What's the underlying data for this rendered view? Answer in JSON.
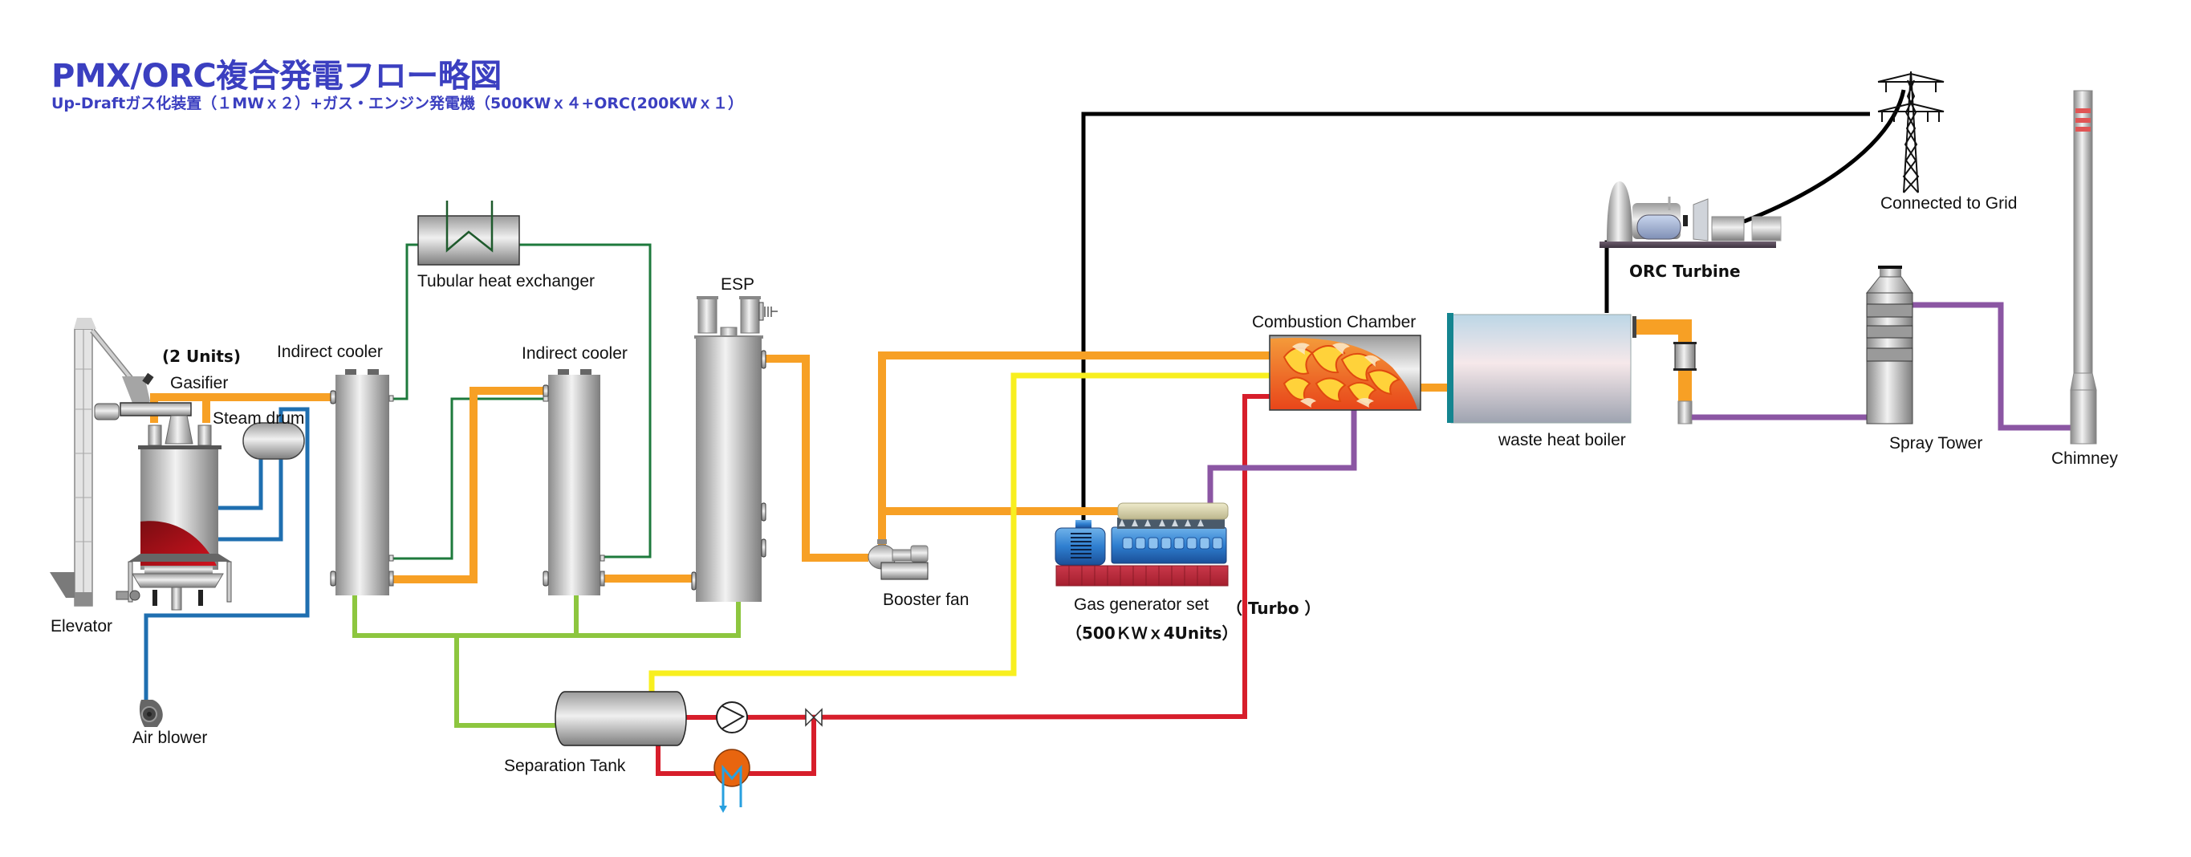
{
  "header": {
    "title": "PMX/ORC複合発電フロー略図",
    "subtitle": "Up-Draftガス化装置（１MWｘ２）+ガス・エンジン発電機（500KWｘ４+ORC(200KWｘ１）"
  },
  "equipment": {
    "elevator": "Elevator",
    "gasifier_units": "(2 Units)",
    "gasifier": "Gasifier",
    "steam_drum": "Steam drum",
    "air_blower": "Air blower",
    "indirect_cooler_1": "Indirect cooler",
    "indirect_cooler_2": "Indirect cooler",
    "tubular_heat_exchanger": "Tubular heat exchanger",
    "esp": "ESP",
    "booster_fan": "Booster fan",
    "separation_tank": "Separation Tank",
    "gas_generator_set": "Gas generator set",
    "gas_generator_turbo": "（ Turbo ）",
    "gas_generator_capacity": "（500ＫＷｘ4Units）",
    "combustion_chamber": "Combustion Chamber",
    "waste_heat_boiler": "waste heat boiler",
    "orc_turbine": "ORC Turbine",
    "connected_to_grid": "Connected to Grid",
    "spray_tower": "Spray Tower",
    "chimney": "Chimney"
  },
  "pipe_colors": {
    "syngas": "#f7a025",
    "steam_water": "#1f6fb0",
    "cooling_water": "#1e7a3c",
    "condensate": "#8dc63f",
    "tar_oil": "#f8ef1f",
    "hot_oil": "#d71e2b",
    "exhaust": "#8b56a3",
    "power": "#000000"
  }
}
